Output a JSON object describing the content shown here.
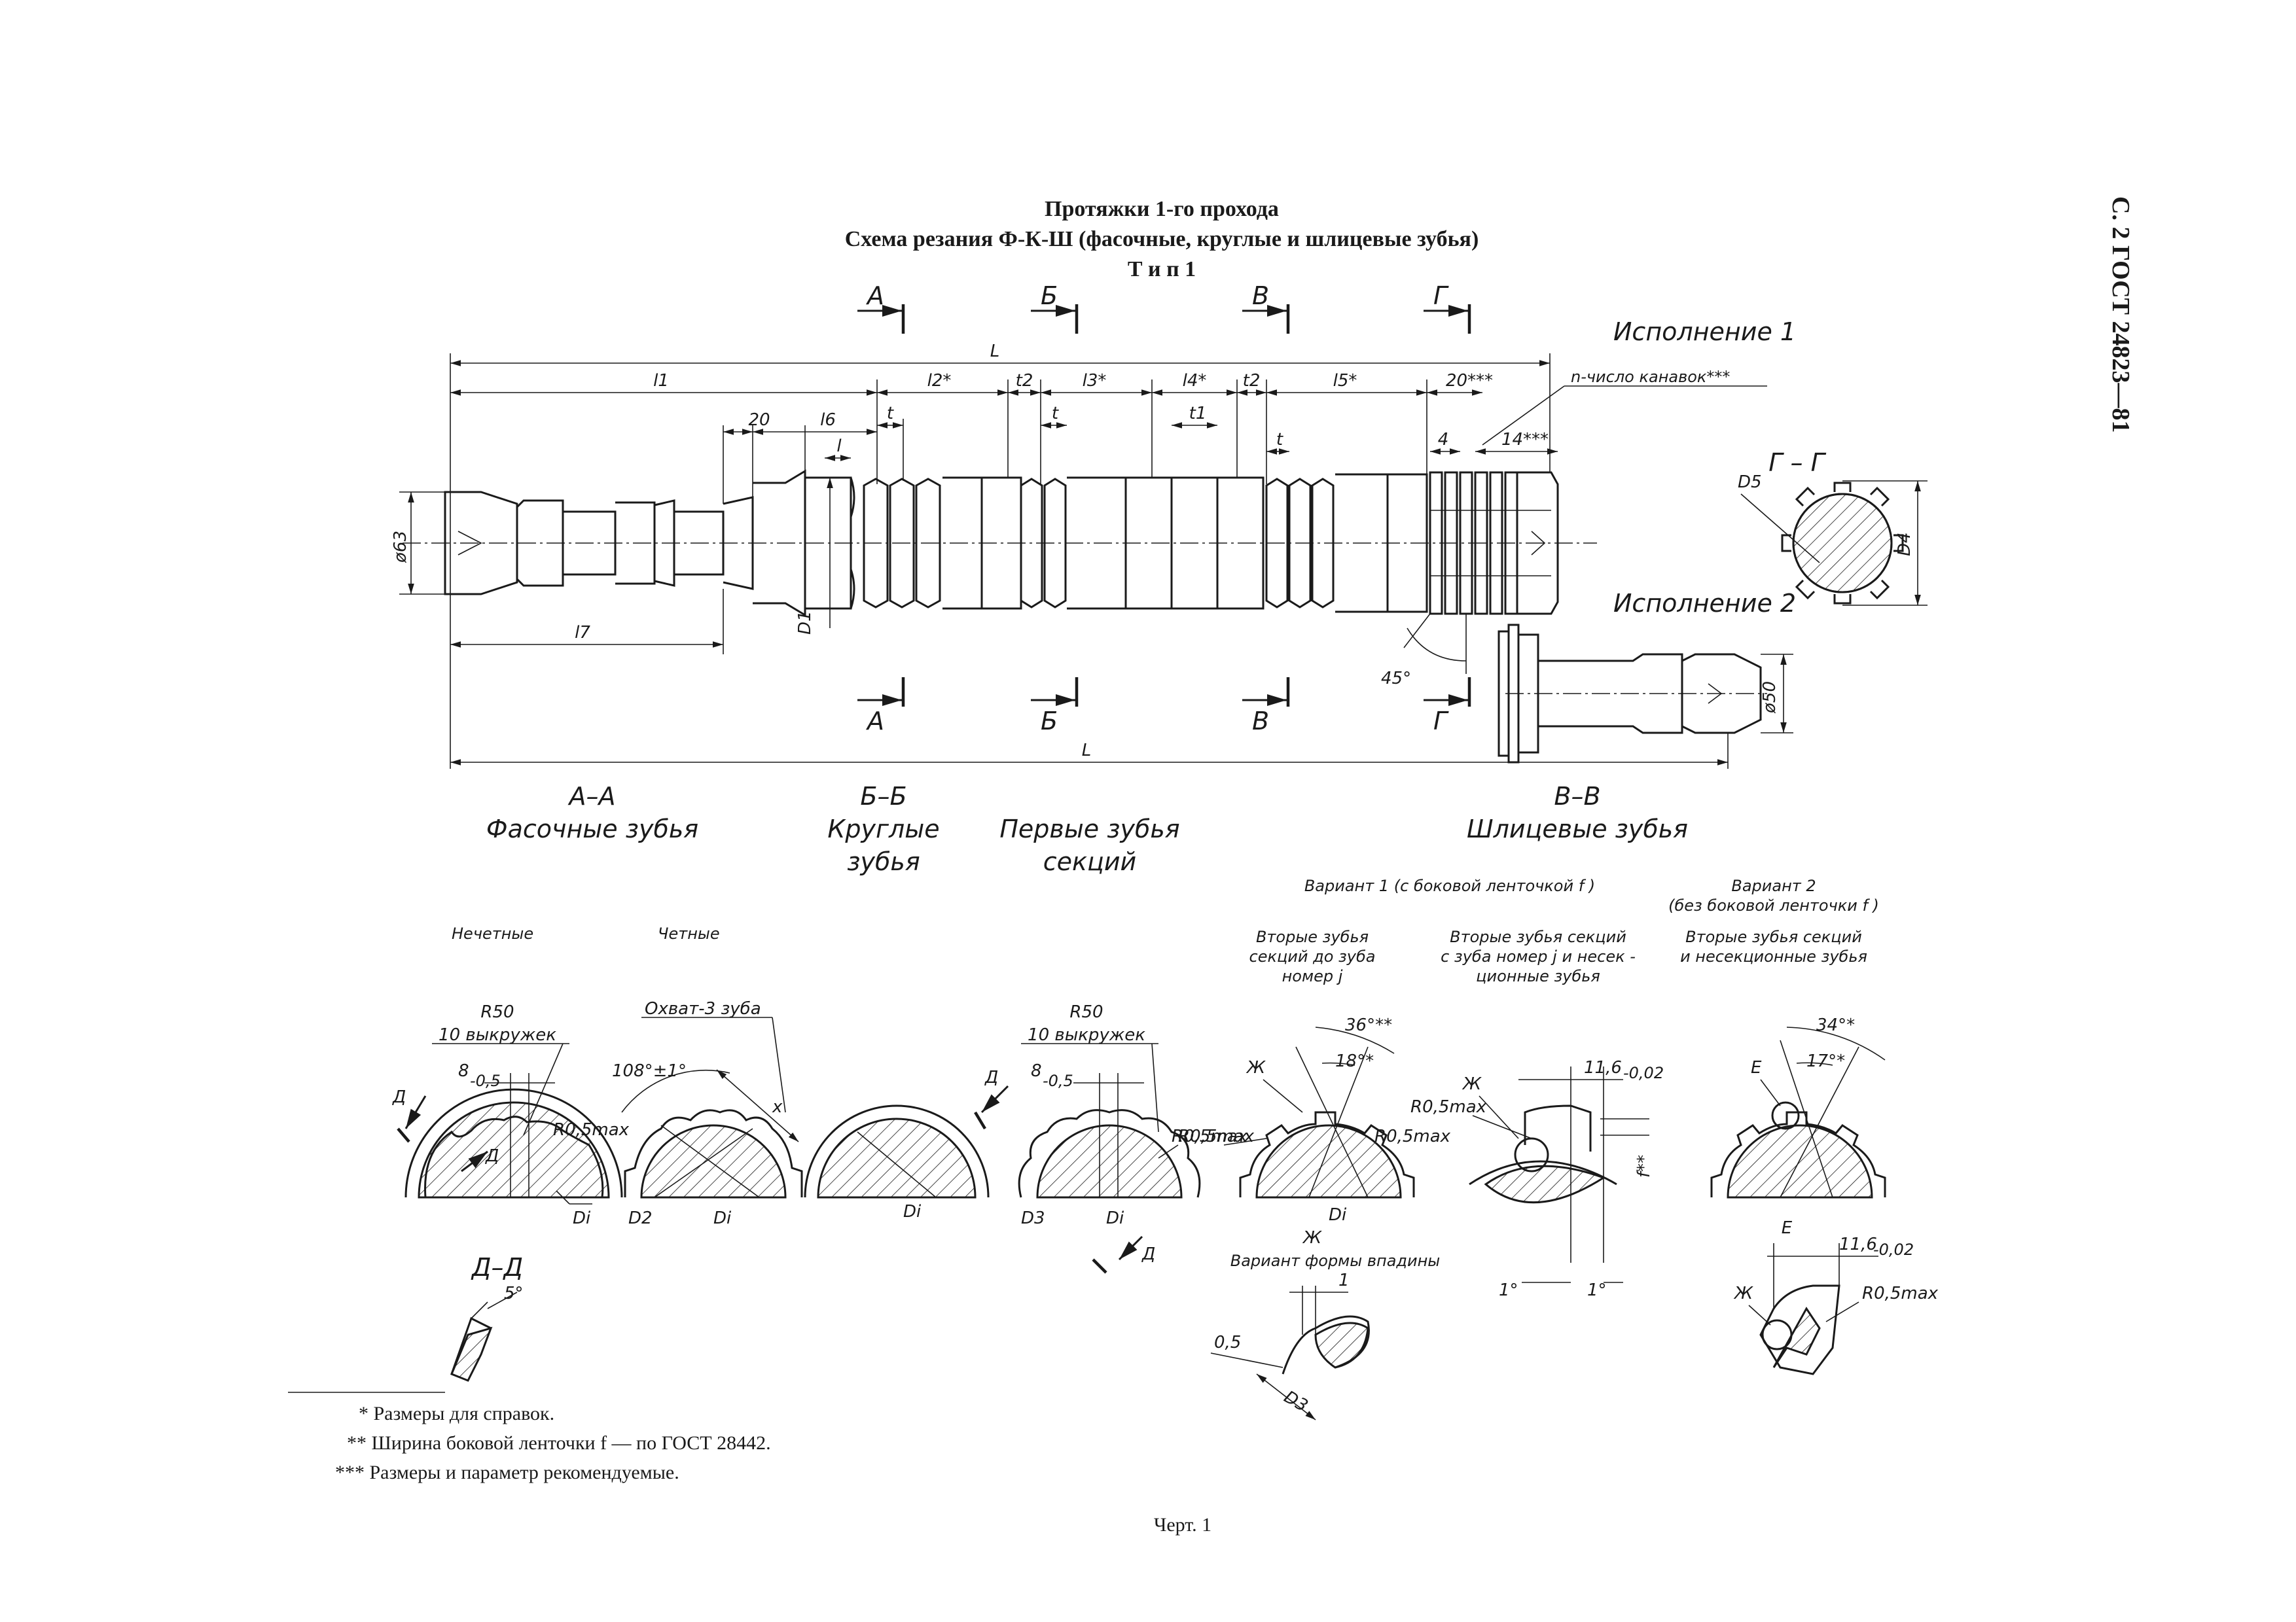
{
  "page_header": "С. 2 ГОСТ 24823—81",
  "title": {
    "line1": "Протяжки 1-го прохода",
    "line2": "Схема резания Ф-К-Ш (фасочные, круглые и шлицевые зубья)",
    "line3": "Т и п  1"
  },
  "section_marks": [
    "А",
    "Б",
    "В",
    "Г"
  ],
  "versions": {
    "v1": "Исполнение 1",
    "v2": "Исполнение 2"
  },
  "dimensions": {
    "L": "L",
    "l1": "l1",
    "l2": "l2*",
    "l3": "l3*",
    "l4": "l4*",
    "l5": "l5*",
    "l6": "l6",
    "l7": "l7",
    "l": "l",
    "t": "t",
    "t1": "t1",
    "t2": "t2",
    "d20": "20",
    "d20x": "20***",
    "d4": "4",
    "d14": "14***",
    "grooves": "n-число канавок***",
    "phi63": "ø63",
    "phi50": "ø50",
    "D1": "D1",
    "angle45": "45°",
    "D4": "D4",
    "D5": "D5"
  },
  "section_gg": "Г – Г",
  "sections": {
    "aa_title": "А–А",
    "aa_sub": "Фасочные зубья",
    "bb_title": "Б–Б",
    "bb_sub1": "Круглые",
    "bb_sub2": "зубья",
    "first_sub1": "Первые зубья",
    "first_sub2": "секций",
    "vv_title": "В–В",
    "vv_sub": "Шлицевые зубья"
  },
  "variants": {
    "v1_title": "Вариант 1 (с боковой ленточкой f )",
    "v1_col1": [
      "Вторые зубья",
      "секций до зуба",
      "номер j"
    ],
    "v1_col2": [
      "Вторые зубья секций",
      "с зуба  номер j и несек -",
      "ционные зубья"
    ],
    "v2_title1": "Вариант 2",
    "v2_title2": "(без боковой ленточки f )",
    "v2_col": [
      "Вторые зубья секций",
      "и несекционные зубья"
    ]
  },
  "small_labels": {
    "odd": "Нечетные",
    "even": "Четные",
    "r50": "R50",
    "vyk": "10 выкружек",
    "b8": "8",
    "b8tol": "-0,5",
    "d_mark": "Д",
    "r05": "R0,5max",
    "Di": "Di",
    "D2": "D2",
    "D3": "D3",
    "ohvat": "Охват-3 зуба",
    "a108": "108°±1°",
    "x": "x",
    "a36": "36°**",
    "a18": "18°*",
    "a34": "34°*",
    "a17": "17°*",
    "zh": "Ж",
    "e": "Е",
    "d116": "11,6",
    "d116tol": "-0,02",
    "f": "f**",
    "a1": "1°",
    "vpad": "Вариант формы впадины",
    "one": "1",
    "p05": "0,5",
    "dd_title": "Д–Д",
    "a5": "5°"
  },
  "footnotes": [
    "*  Размеры для справок.",
    "**  Ширина боковой ленточки f — по ГОСТ 28442.",
    "***  Размеры и параметр рекомендуемые."
  ],
  "caption": "Черт. 1"
}
